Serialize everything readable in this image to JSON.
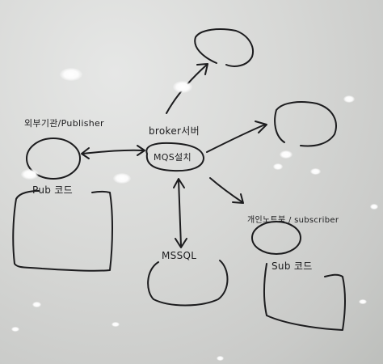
{
  "labels": {
    "publisher": "외부기관/Publisher",
    "broker": "broker서버",
    "mqtt": "MQS설치",
    "pub_code": "Pub 코드",
    "mssql": "MSSQL",
    "subscriber": "개인노트북 / subscriber",
    "sub_code": "Sub 코드"
  },
  "colors": {
    "ink": "#1c1c1e",
    "board": "#d7d8d6",
    "glare": "#ffffff"
  }
}
